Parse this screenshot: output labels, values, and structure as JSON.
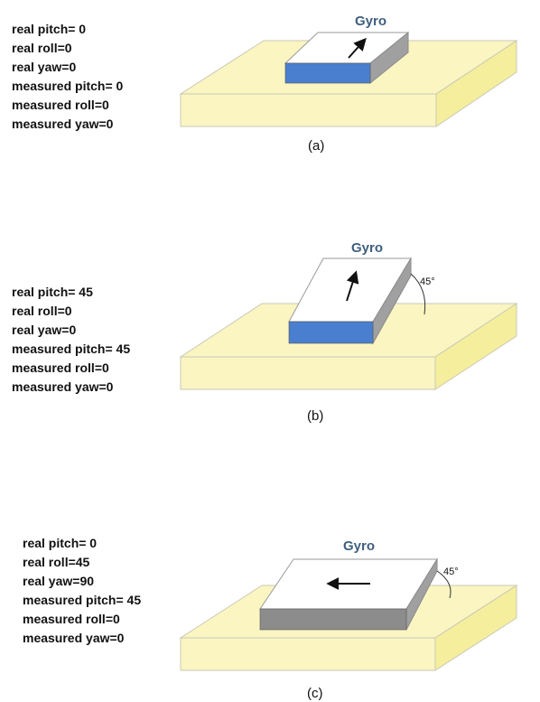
{
  "panels": [
    {
      "caption": "(a)",
      "gyro_label": "Gyro",
      "angle_label": "",
      "lines": [
        "real pitch= 0",
        "real roll=0",
        "real yaw=0",
        "measured pitch= 0",
        "measured roll=0",
        "measured yaw=0"
      ],
      "front_face_color": "#4a7fcf"
    },
    {
      "caption": "(b)",
      "gyro_label": "Gyro",
      "angle_label": "45°",
      "lines": [
        "real pitch= 45",
        "real roll=0",
        "real yaw=0",
        "measured pitch= 45",
        "measured roll=0",
        "measured yaw=0"
      ],
      "front_face_color": "#4a7fcf"
    },
    {
      "caption": "(c)",
      "gyro_label": "Gyro",
      "angle_label": "45°",
      "lines": [
        "real pitch= 0",
        "real roll=45",
        "real yaw=90",
        "measured pitch= 45",
        "measured roll=0",
        "measured yaw=0"
      ],
      "front_face_color": "#8c8c8c"
    }
  ],
  "colors": {
    "base_top": "#fbf5c2",
    "base_side": "#f5ee9c",
    "base_edge": "#c9c9b6",
    "gyro_top": "#ffffff",
    "gyro_side": "#a0a0a0",
    "gyro_text": "#3f5f7f"
  }
}
